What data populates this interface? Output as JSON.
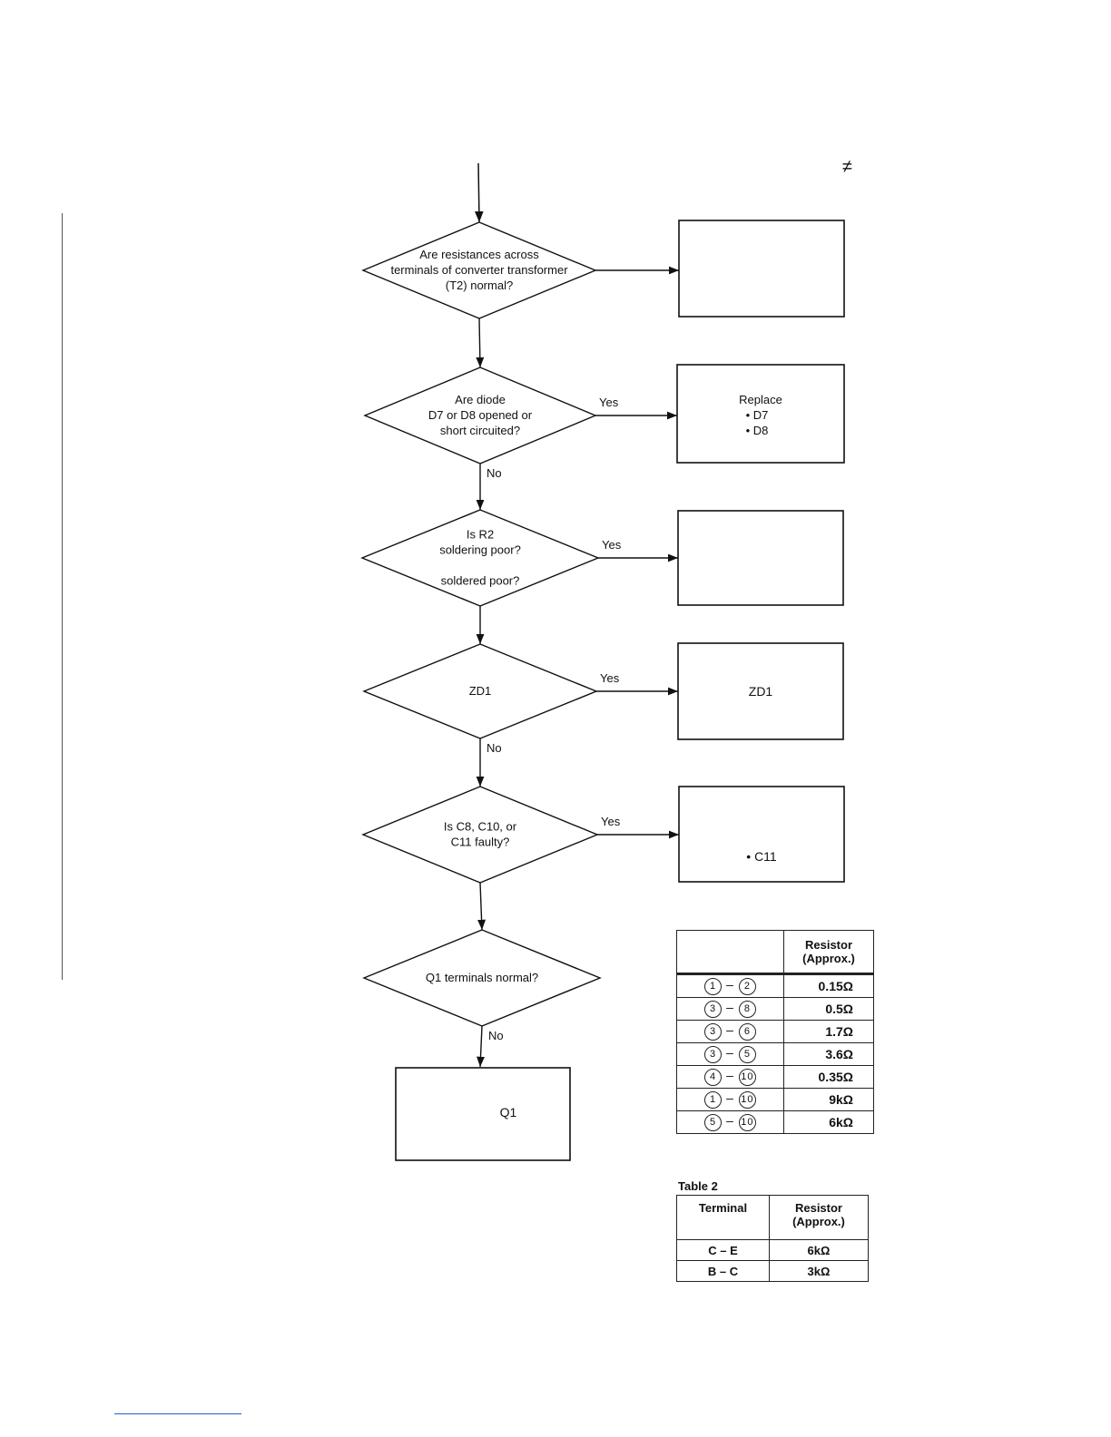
{
  "flowchart": {
    "decisions": [
      {
        "lines": [
          "Are resistances across",
          "terminals of converter transformer",
          "(T2) normal?"
        ],
        "yes_label": "",
        "no_label": ""
      },
      {
        "lines": [
          "Are diode",
          "D7 or D8 opened or",
          "short circuited?"
        ],
        "yes_label": "Yes",
        "no_label": "No"
      },
      {
        "lines": [
          "Is R2",
          "soldering poor?",
          "",
          "soldered poor?"
        ],
        "yes_label": "Yes",
        "no_label": ""
      },
      {
        "lines": [
          "ZD1"
        ],
        "yes_label": "Yes",
        "no_label": "No"
      },
      {
        "lines": [
          "Is C8, C10, or",
          "C11 faulty?"
        ],
        "yes_label": "Yes",
        "no_label": ""
      },
      {
        "lines": [
          "Q1 terminals normal?"
        ],
        "yes_label": "",
        "no_label": "No"
      }
    ],
    "actions": [
      {
        "lines": []
      },
      {
        "lines": [
          "Replace",
          "• D7",
          "• D8"
        ]
      },
      {
        "lines": []
      },
      {
        "lines": [
          "ZD1"
        ]
      },
      {
        "lines": [
          "• C11"
        ]
      }
    ],
    "final_action": {
      "label": "Q1"
    }
  },
  "table1": {
    "header": [
      "",
      "Resistor\n(Approx.)"
    ],
    "header_col2_line1": "Resistor",
    "header_col2_line2": "(Approx.)",
    "rows": [
      {
        "a": "1",
        "b": "2",
        "value": "0.15Ω"
      },
      {
        "a": "3",
        "b": "8",
        "value": "0.5Ω"
      },
      {
        "a": "3",
        "b": "6",
        "value": "1.7Ω"
      },
      {
        "a": "3",
        "b": "5",
        "value": "3.6Ω"
      },
      {
        "a": "4",
        "b": "10",
        "value": "0.35Ω"
      },
      {
        "a": "1",
        "b": "10",
        "value": "9kΩ"
      },
      {
        "a": "5",
        "b": "10",
        "value": "6kΩ"
      }
    ]
  },
  "table2": {
    "title": "Table 2",
    "col1_header": "Terminal",
    "col2_header_line1": "Resistor",
    "col2_header_line2": "(Approx.)",
    "rows": [
      {
        "terminal": "C – E",
        "value": "6kΩ"
      },
      {
        "terminal": "B – C",
        "value": "3kΩ"
      }
    ]
  },
  "stray_mark": "≠"
}
